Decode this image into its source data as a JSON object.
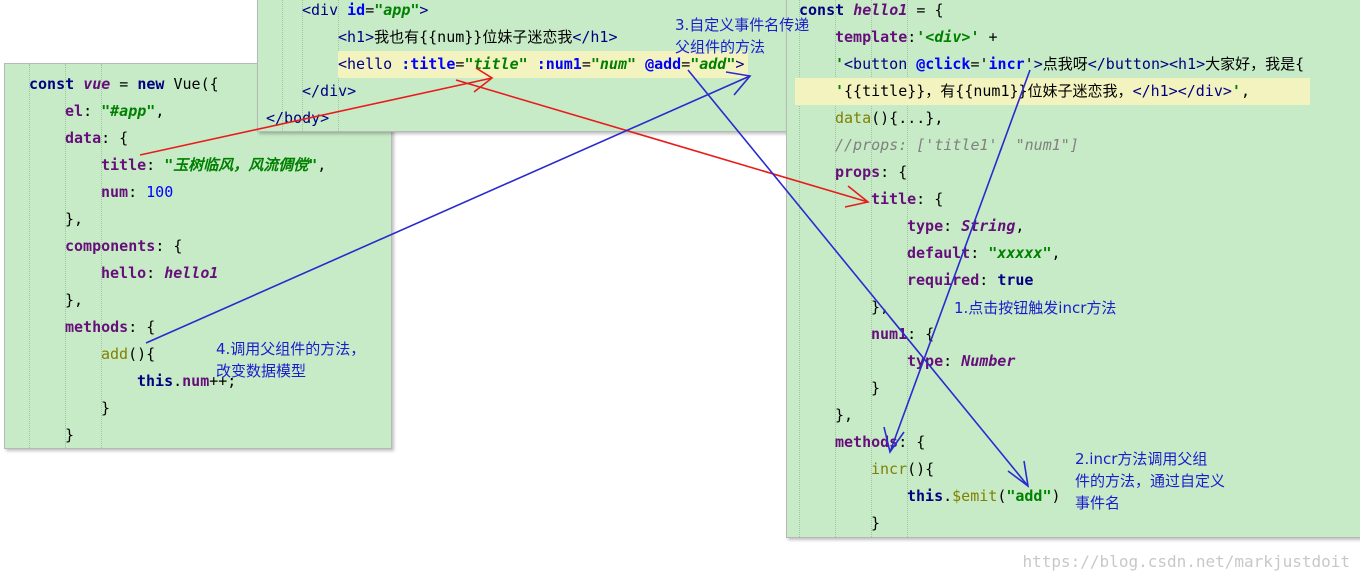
{
  "left_panel": {
    "lines": [
      {
        "parts": [
          [
            "kw",
            "const "
          ],
          [
            "ital",
            "vue"
          ],
          [
            "plain",
            " = "
          ],
          [
            "kw",
            "new "
          ],
          [
            "plain",
            "Vue({"
          ]
        ]
      },
      {
        "parts": [
          [
            "prop",
            "el"
          ],
          [
            "plain",
            ": "
          ],
          [
            "str",
            "\"#app\""
          ],
          [
            "plain",
            ","
          ]
        ]
      },
      {
        "parts": [
          [
            "prop",
            "data"
          ],
          [
            "plain",
            ": {"
          ]
        ]
      },
      {
        "parts": [
          [
            "prop",
            "title"
          ],
          [
            "plain",
            ": "
          ],
          [
            "str",
            "\"玉树临风，风流倜傥\""
          ],
          [
            "plain",
            ","
          ]
        ]
      },
      {
        "parts": [
          [
            "prop",
            "num"
          ],
          [
            "plain",
            ": "
          ],
          [
            "num",
            "100"
          ]
        ]
      },
      {
        "parts": [
          [
            "plain",
            "},"
          ]
        ]
      },
      {
        "parts": [
          [
            "prop",
            "components"
          ],
          [
            "plain",
            ": {"
          ]
        ]
      },
      {
        "parts": [
          [
            "prop",
            "hello"
          ],
          [
            "plain",
            ": "
          ],
          [
            "ital",
            "hello1"
          ]
        ]
      },
      {
        "parts": [
          [
            "plain",
            "},"
          ]
        ]
      },
      {
        "parts": [
          [
            "prop",
            "methods"
          ],
          [
            "plain",
            ": {"
          ]
        ]
      },
      {
        "parts": [
          [
            "gray",
            "add"
          ],
          [
            "plain",
            "(){"
          ]
        ]
      },
      {
        "parts": [
          [
            "kw",
            "this"
          ],
          [
            "plain",
            "."
          ],
          [
            "prop",
            "num"
          ],
          [
            "plain",
            "++;"
          ]
        ]
      },
      {
        "parts": [
          [
            "plain",
            "}"
          ]
        ]
      },
      {
        "parts": [
          [
            "plain",
            "}"
          ]
        ]
      }
    ]
  },
  "top_panel": {
    "lines": [
      {
        "parts": [
          [
            "tag",
            "<div "
          ],
          [
            "attr",
            "id"
          ],
          [
            "plain",
            "="
          ],
          [
            "str",
            "\"app\""
          ],
          [
            "tag",
            ">"
          ]
        ]
      },
      {
        "parts": [
          [
            "tag",
            "<h1>"
          ],
          [
            "plain",
            "我也有{{num}}位妹子迷恋我"
          ],
          [
            "tag",
            "</h1>"
          ]
        ]
      },
      {
        "parts": [
          [
            "tag",
            "<hello "
          ],
          [
            "attr",
            ":title"
          ],
          [
            "plain",
            "="
          ],
          [
            "str",
            "\"title\""
          ],
          [
            "plain",
            " "
          ],
          [
            "attr",
            ":num1"
          ],
          [
            "plain",
            "="
          ],
          [
            "str",
            "\"num\""
          ],
          [
            "plain",
            " "
          ],
          [
            "attr",
            "@add"
          ],
          [
            "plain",
            "="
          ],
          [
            "str",
            "\"add\""
          ],
          [
            "tag",
            ">"
          ]
        ]
      },
      {
        "parts": [
          [
            "tag",
            "</div>"
          ]
        ]
      },
      {
        "parts": [
          [
            "tag",
            "</body>"
          ]
        ]
      }
    ]
  },
  "right_panel": {
    "lines": [
      {
        "parts": [
          [
            "kw",
            "const "
          ],
          [
            "ital",
            "hello1"
          ],
          [
            "plain",
            " = {"
          ]
        ]
      },
      {
        "parts": [
          [
            "prop",
            "template"
          ],
          [
            "plain",
            ":"
          ],
          [
            "str",
            "'<div>'"
          ],
          [
            "plain",
            " +"
          ]
        ]
      },
      {
        "parts": [
          [
            "str",
            "'"
          ],
          [
            "tag",
            "<button "
          ],
          [
            "attr",
            "@click"
          ],
          [
            "plain",
            "='"
          ],
          [
            "attr",
            "incr"
          ],
          [
            "plain",
            "'"
          ],
          [
            "tag",
            ">"
          ],
          [
            "plain",
            "点我呀"
          ],
          [
            "tag",
            "</button>"
          ],
          [
            "tag",
            "<h1>"
          ],
          [
            "plain",
            "大家好，我是{"
          ]
        ]
      },
      {
        "parts": [
          [
            "str",
            "'"
          ],
          [
            "plain",
            "{{title}}，有{{num1}}位妹子迷恋我，"
          ],
          [
            "tag",
            "</h1></div>"
          ],
          [
            "str",
            "'"
          ],
          [
            "plain",
            ","
          ]
        ]
      },
      {
        "parts": [
          [
            "gray",
            "data"
          ],
          [
            "plain",
            "(){...},"
          ]
        ]
      },
      {
        "parts": [
          [
            "cmt",
            "//props: ['title1', \"num1\"]"
          ]
        ]
      },
      {
        "parts": [
          [
            "prop",
            "props"
          ],
          [
            "plain",
            ": {"
          ]
        ]
      },
      {
        "parts": [
          [
            "prop",
            "title"
          ],
          [
            "plain",
            ": {"
          ]
        ]
      },
      {
        "parts": [
          [
            "prop",
            "type"
          ],
          [
            "plain",
            ": "
          ],
          [
            "ital",
            "String"
          ],
          [
            "plain",
            ","
          ]
        ]
      },
      {
        "parts": [
          [
            "prop",
            "default"
          ],
          [
            "plain",
            ": "
          ],
          [
            "str",
            "\"xxxxx\""
          ],
          [
            "plain",
            ","
          ]
        ]
      },
      {
        "parts": [
          [
            "prop",
            "required"
          ],
          [
            "plain",
            ": "
          ],
          [
            "kw",
            "true"
          ]
        ]
      },
      {
        "parts": [
          [
            "plain",
            "},"
          ]
        ]
      },
      {
        "parts": [
          [
            "prop",
            "num1"
          ],
          [
            "plain",
            ": {"
          ]
        ]
      },
      {
        "parts": [
          [
            "prop",
            "type"
          ],
          [
            "plain",
            ": "
          ],
          [
            "ital",
            "Number"
          ]
        ]
      },
      {
        "parts": [
          [
            "plain",
            "}"
          ]
        ]
      },
      {
        "parts": [
          [
            "plain",
            "},"
          ]
        ]
      },
      {
        "parts": [
          [
            "prop",
            "methods"
          ],
          [
            "plain",
            ": {"
          ]
        ]
      },
      {
        "parts": [
          [
            "gray",
            "incr"
          ],
          [
            "plain",
            "(){"
          ]
        ]
      },
      {
        "parts": [
          [
            "kw",
            "this"
          ],
          [
            "plain",
            "."
          ],
          [
            "gray",
            "$emit"
          ],
          [
            "plain",
            "("
          ],
          [
            "str-n",
            "\"add\""
          ],
          [
            "plain",
            ")"
          ]
        ]
      },
      {
        "parts": [
          [
            "plain",
            "}"
          ]
        ]
      }
    ]
  },
  "annotations": {
    "a1": "1.点击按钮触发incr方法",
    "a2": "2.incr方法调用父组\n件的方法，通过自定义\n事件名",
    "a3": "3.自定义事件名传递\n父组件的方法",
    "a4": "4.调用父组件的方法，\n改变数据模型"
  },
  "watermark": "https://blog.csdn.net/markjustdoit",
  "colors": {
    "panel_bg": "#c7ebc7",
    "arrow_red": "#e81c1c",
    "arrow_blue": "#2a2acf",
    "annotation_text": "#1c1ccd"
  }
}
